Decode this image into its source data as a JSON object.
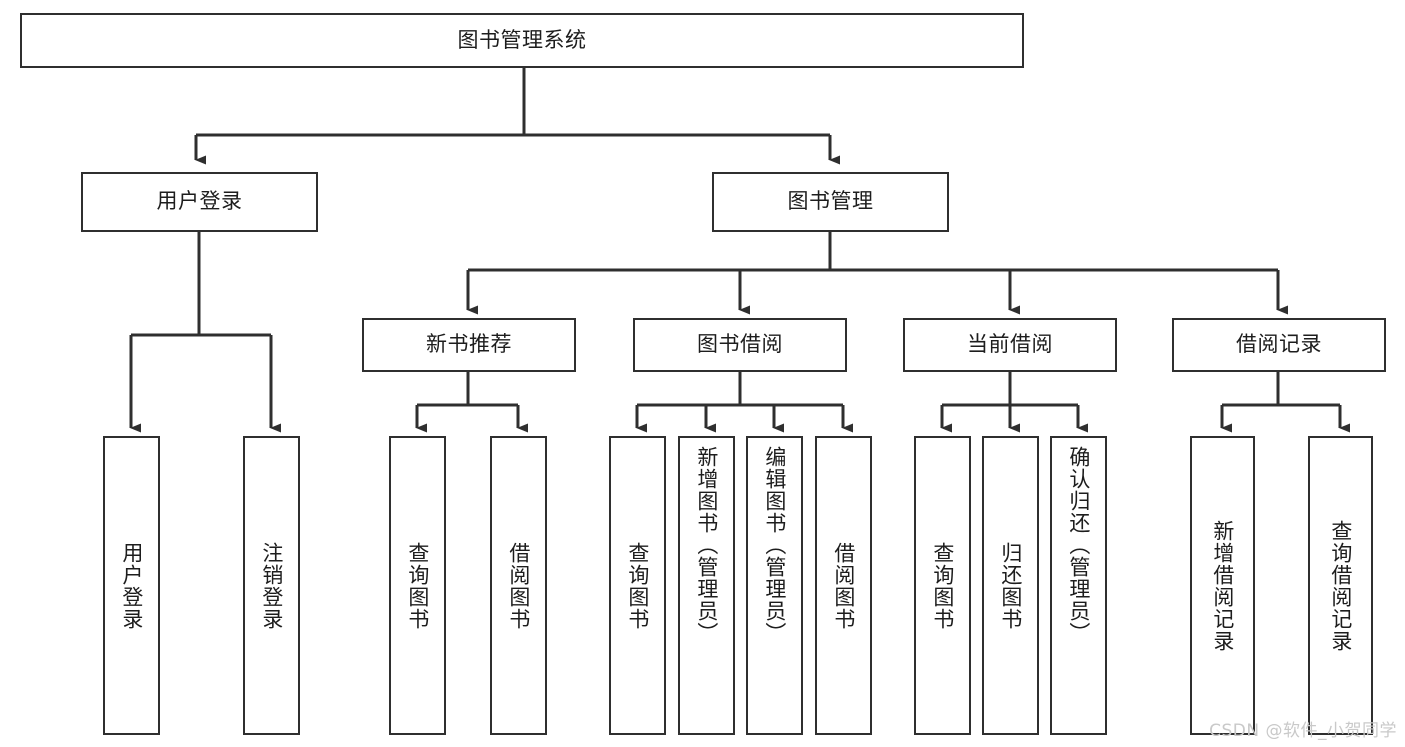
{
  "diagram": {
    "title": "图书管理系统",
    "type": "tree",
    "watermark": "CSDN @软件_小贺同学",
    "colors": {
      "box_border": "#2f2f2f",
      "box_fill": "#ffffff",
      "edge": "#2f2f2f",
      "text": "#1d1d1d",
      "watermark": "#c9c9c9",
      "background": "#ffffff"
    },
    "root": {
      "label": "图书管理系统",
      "level": 1
    },
    "level2": [
      {
        "label": "用户登录"
      },
      {
        "label": "图书管理"
      }
    ],
    "level3": [
      {
        "label": "新书推荐",
        "parent": "图书管理"
      },
      {
        "label": "图书借阅",
        "parent": "图书管理"
      },
      {
        "label": "当前借阅",
        "parent": "图书管理"
      },
      {
        "label": "借阅记录",
        "parent": "图书管理"
      }
    ],
    "leaves": {
      "user_login": [
        {
          "label": "用户登录"
        },
        {
          "label": "注销登录"
        }
      ],
      "new_book_recommend": [
        {
          "label": "查询图书"
        },
        {
          "label": "借阅图书"
        }
      ],
      "book_borrow": [
        {
          "label": "查询图书"
        },
        {
          "label": "新增图书（管理员）"
        },
        {
          "label": "编辑图书（管理员）"
        },
        {
          "label": "借阅图书"
        }
      ],
      "current_borrow": [
        {
          "label": "查询图书"
        },
        {
          "label": "归还图书"
        },
        {
          "label": "确认归还（管理员）"
        }
      ],
      "borrow_record": [
        {
          "label": "新增借阅记录"
        },
        {
          "label": "查询借阅记录"
        }
      ]
    }
  }
}
